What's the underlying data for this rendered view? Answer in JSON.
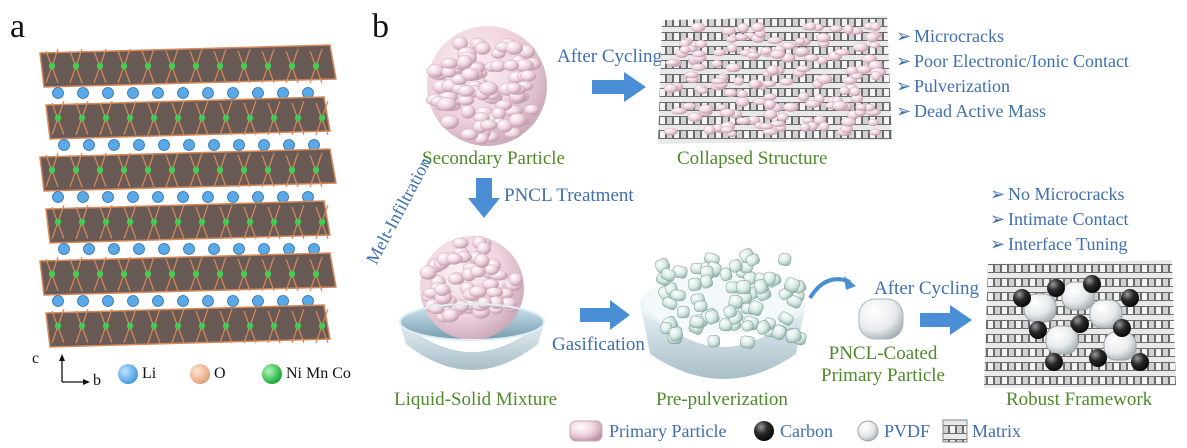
{
  "panels": {
    "a": "a",
    "b": "b"
  },
  "panel_a": {
    "axis": {
      "c": "c",
      "b": "b"
    },
    "legend": [
      {
        "label": "Li",
        "color": "#5aa9e6"
      },
      {
        "label": "O",
        "color": "#e8b08a"
      },
      {
        "label": "Ni Mn Co",
        "color": "#2fb84a"
      }
    ],
    "layer_colors": {
      "octahedra": "#6a5a55",
      "bonds": "#d58a5a",
      "li": "#5aa9e6",
      "tm": "#3fcf55"
    }
  },
  "panel_b": {
    "secondary_particle": "Secondary Particle",
    "after_cycling_top": "After Cycling",
    "collapsed_structure": "Collapsed Structure",
    "bad_outcomes": [
      "Microcracks",
      "Poor Electronic/Ionic Contact",
      "Pulverization",
      "Dead Active Mass"
    ],
    "pncl_treatment": "PNCL Treatment",
    "melt_infiltration": "Melt-Infiltration",
    "liquid_solid_mixture": "Liquid-Solid Mixture",
    "gasification": "Gasification",
    "pre_pulverization": "Pre-pulverization",
    "coated_particle": [
      "PNCL-Coated",
      "Primary Particle"
    ],
    "after_cycling_bottom": "After Cycling",
    "good_outcomes": [
      "No Microcracks",
      "Intimate Contact",
      "Interface Tuning"
    ],
    "robust_framework": "Robust Framework",
    "legend": [
      "Primary Particle",
      "Carbon",
      "PVDF",
      "Matrix"
    ],
    "colors": {
      "particle": "#f2d9e3",
      "particle_edge": "#c9a7b6",
      "arrow": "#4a8fd6",
      "green_text": "#4f8a2a",
      "blue_text": "#3f6fb0"
    }
  }
}
